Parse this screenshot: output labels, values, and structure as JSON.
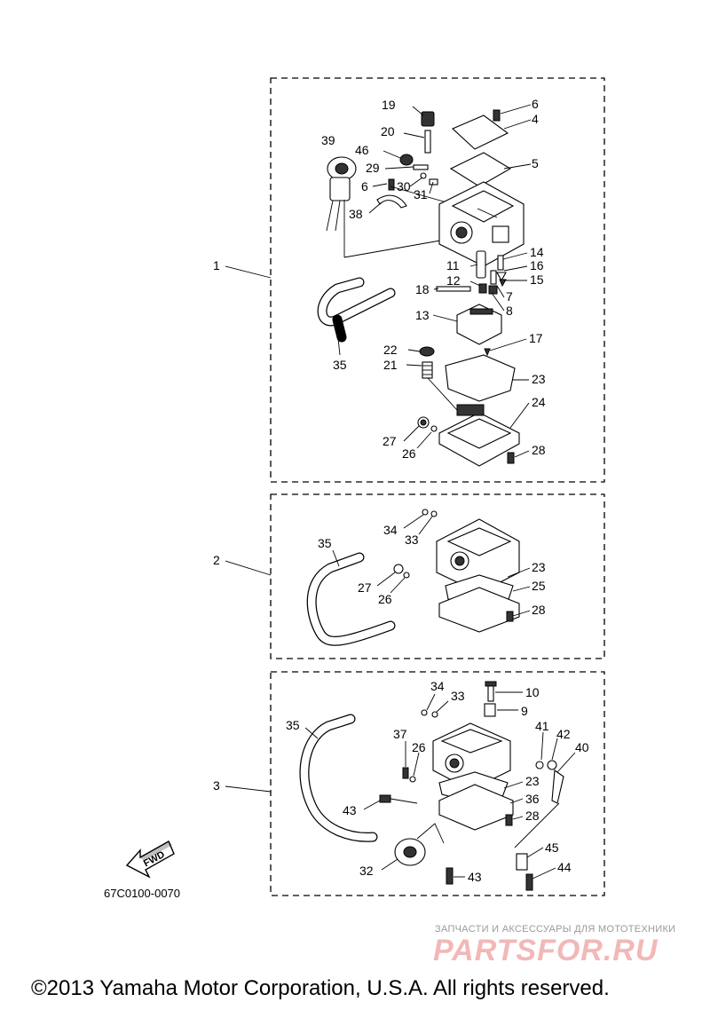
{
  "sections": [
    "1",
    "2",
    "3"
  ],
  "callouts": {
    "s1": [
      "19",
      "6",
      "4",
      "20",
      "39",
      "46",
      "5",
      "29",
      "6",
      "30",
      "31",
      "38",
      "1",
      "14",
      "11",
      "16",
      "15",
      "12",
      "7",
      "18",
      "8",
      "13",
      "17",
      "22",
      "21",
      "23",
      "35",
      "24",
      "27",
      "26",
      "28"
    ],
    "s2": [
      "34",
      "33",
      "35",
      "2",
      "23",
      "25",
      "27",
      "26",
      "28"
    ],
    "s3": [
      "34",
      "33",
      "10",
      "9",
      "35",
      "41",
      "42",
      "37",
      "40",
      "26",
      "3",
      "23",
      "36",
      "43",
      "28",
      "45",
      "32",
      "43",
      "44"
    ]
  },
  "fwd_label": "FWD",
  "diagram_code": "67C0100-0070",
  "watermark_text": "ЗАПЧАСТИ И АКСЕССУАРЫ ДЛЯ МОТОТЕХНИКИ",
  "watermark_logo": "PARTSFOR.RU",
  "copyright": "©2013 Yamaha Motor Corporation, U.S.A. All rights reserved."
}
